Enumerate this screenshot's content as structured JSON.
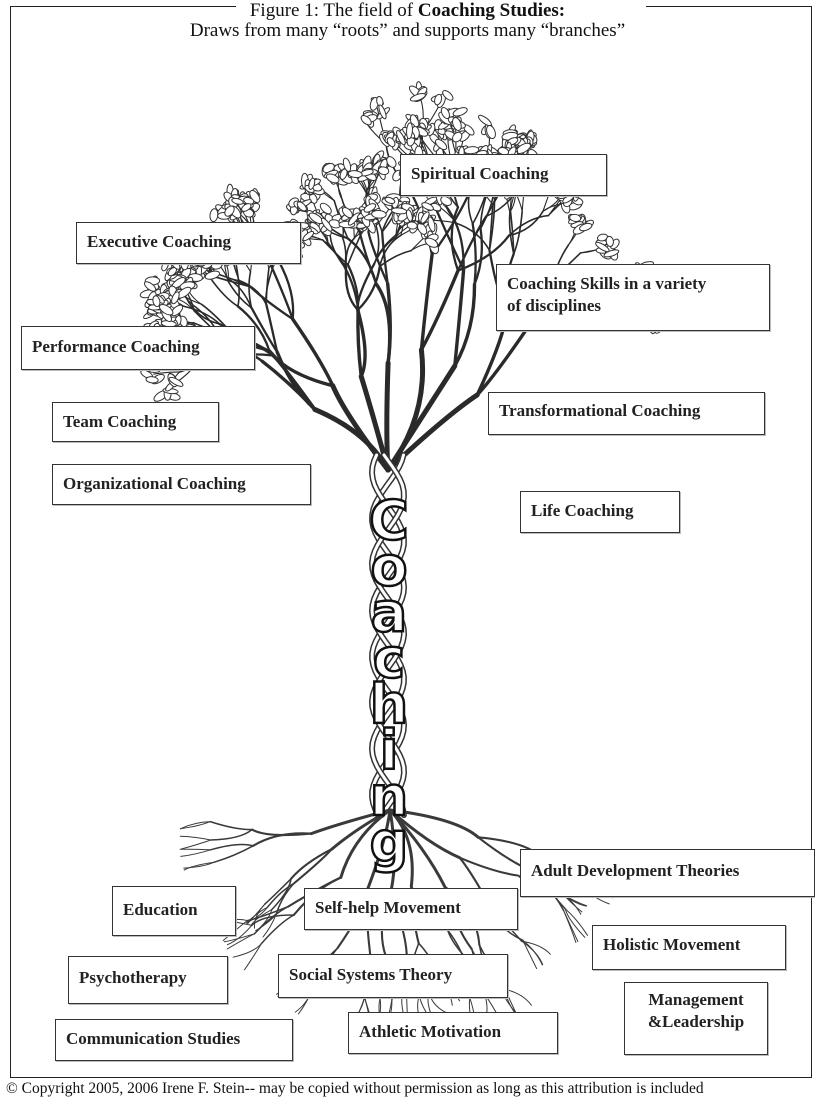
{
  "figure": {
    "title_prefix": "Figure 1: The field of",
    "title_bold": "Coaching Studies:",
    "subtitle": "Draws from many “roots” and supports many “branches”"
  },
  "trunk_label": [
    "C",
    "o",
    "a",
    "c",
    "h",
    "i",
    "n",
    "g"
  ],
  "branches": {
    "spiritual": "Spiritual Coaching",
    "executive": "Executive Coaching",
    "skills_line1": "Coaching Skills in a variety",
    "skills_line2": "of disciplines",
    "performance": "Performance Coaching",
    "team": "Team Coaching",
    "transformational": "Transformational Coaching",
    "organizational": "Organizational Coaching",
    "life": "Life Coaching"
  },
  "roots": {
    "adult_development": "Adult Development Theories",
    "education": "Education",
    "self_help": "Self-help Movement",
    "holistic": "Holistic Movement",
    "psychotherapy": "Psychotherapy",
    "social_systems": "Social Systems Theory",
    "management_line1": "Management",
    "management_line2": "&Leadership",
    "communication": "Communication Studies",
    "athletic": "Athletic Motivation"
  },
  "footer": {
    "copyright": "© Copyright 2005, 2006 Irene F. Stein-- may be copied without permission as long as this attribution is included"
  }
}
